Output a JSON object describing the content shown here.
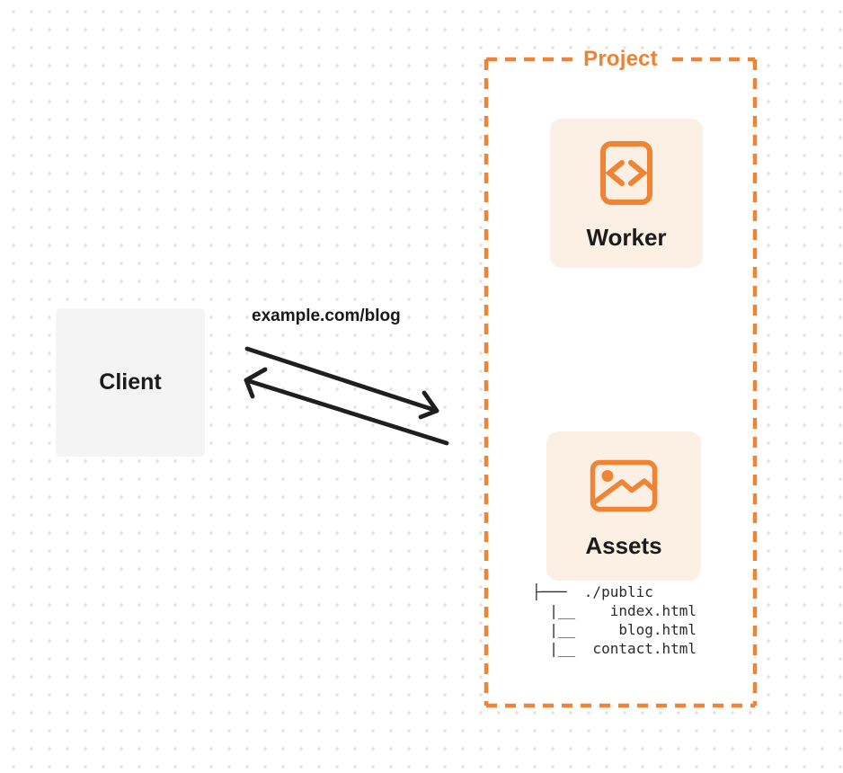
{
  "project": {
    "label": "Project"
  },
  "worker": {
    "label": "Worker",
    "icon": "code-document-icon"
  },
  "assets": {
    "label": "Assets",
    "icon": "picture-icon",
    "file_tree": "├───  ./public\n  |__    index.html\n  |__     blog.html\n  |__  contact.html"
  },
  "client": {
    "label": "Client"
  },
  "request": {
    "label": "example.com/blog"
  },
  "colors": {
    "accent_orange": "#EE8434",
    "project_label_orange": "#EE8133",
    "card_bg": "#FBF0E3",
    "client_bg": "#F4F4F5",
    "arrow_black": "#1F1F1F",
    "text_dark": "#1C1C1C",
    "dot_grid": "#E3E3E6"
  }
}
